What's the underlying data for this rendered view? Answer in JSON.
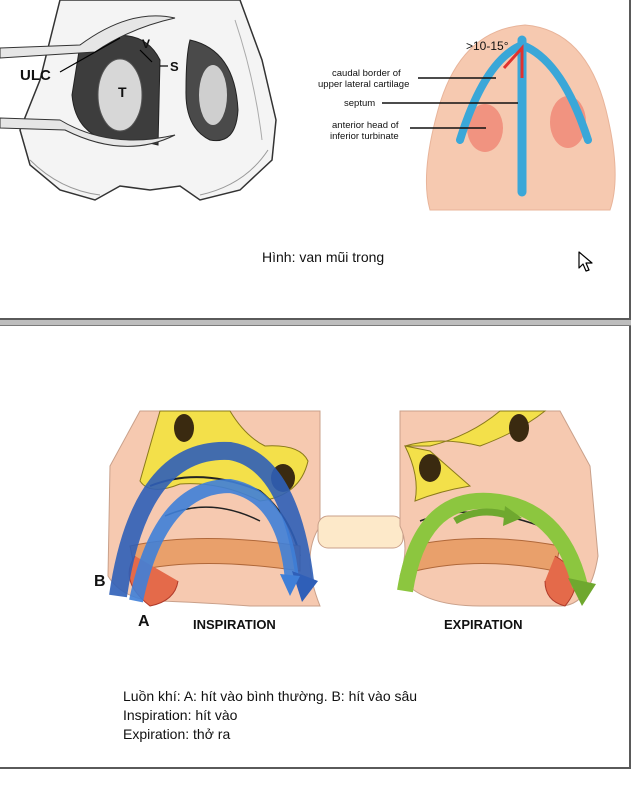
{
  "page1": {
    "drawing_labels": {
      "ulc": "ULC",
      "v": "V",
      "s": "S",
      "t": "T"
    },
    "diagram_labels": {
      "angle": ">10-15°",
      "caudal": [
        "caudal border of",
        "upper lateral cartilage"
      ],
      "septum": "septum",
      "turbinate": [
        "anterior head of",
        "inferior turbinate"
      ]
    },
    "caption": "Hình: van mũi trong"
  },
  "page2": {
    "label_a": "A",
    "label_b": "B",
    "inspiration": "INSPIRATION",
    "expiration": "EXPIRATION",
    "caption_lines": [
      "Luồn khí: A: hít vào bình thường. B: hít vào sâu",
      "Inspiration: hít vào",
      "Expiration: thở ra"
    ]
  },
  "colors": {
    "skin": "#f6c9b0",
    "airway_blue": "#3aa7d8",
    "arrow_blue": "#2f5fb8",
    "arrow_green": "#8cc63f",
    "bone_yellow": "#f3e04a",
    "accent_red": "#e0322f"
  },
  "icons": {
    "cursor": "mouse-pointer-icon"
  }
}
